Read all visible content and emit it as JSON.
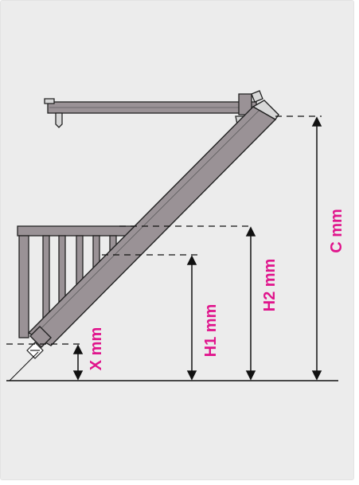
{
  "colors": {
    "background": "#ececec",
    "structure_fill": "#9a9296",
    "structure_stroke": "#222222",
    "line": "#111111",
    "label": "#e0158c"
  },
  "labels": {
    "x": "X mm",
    "h1": "H1 mm",
    "h2": "H2 mm",
    "c": "C mm"
  }
}
